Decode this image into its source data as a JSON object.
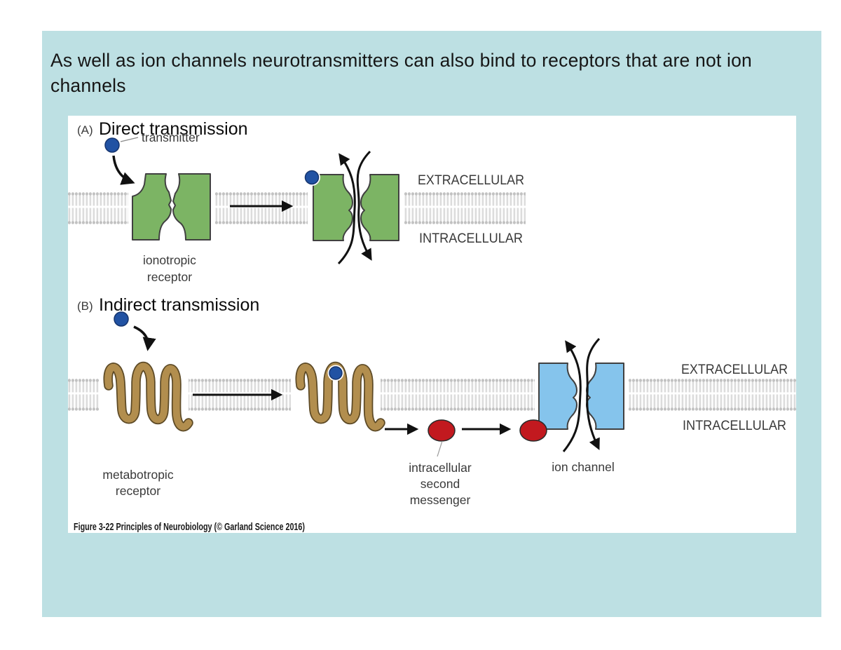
{
  "title": "As well as ion channels neurotransmitters can also bind to receptors that are not ion channels",
  "figure": {
    "a": {
      "tag": "(A)",
      "heading": "Direct transmission",
      "transmitter": "transmitter",
      "receptor_line1": "ionotropic",
      "receptor_line2": "receptor",
      "extracellular": "EXTRACELLULAR",
      "intracellular": "INTRACELLULAR"
    },
    "b": {
      "tag": "(B)",
      "heading": "Indirect transmission",
      "receptor_line1": "metabotropic",
      "receptor_line2": "receptor",
      "messenger_line1": "intracellular",
      "messenger_line2": "second",
      "messenger_line3": "messenger",
      "ion_channel": "ion channel",
      "extracellular": "EXTRACELLULAR",
      "intracellular": "INTRACELLULAR"
    },
    "caption": "Figure 3-22  Principles of Neurobiology (© Garland Science 2016)"
  },
  "colors": {
    "slide_bg": "#bde0e3",
    "panel_bg": "#ffffff",
    "membrane_tail_gray": "#dcdcdc",
    "membrane_head_gray": "#c2c2c2",
    "receptor_green": "#7cb464",
    "receptor_tan": "#b28e4e",
    "receptor_tan_outline": "#5d4a26",
    "transmitter_blue": "#2152a3",
    "messenger_red": "#c2191f",
    "ion_channel_blue": "#85c4ec",
    "outline_dark": "#404040",
    "arrow_black": "#111111",
    "label_gray": "#3a3a3a"
  }
}
